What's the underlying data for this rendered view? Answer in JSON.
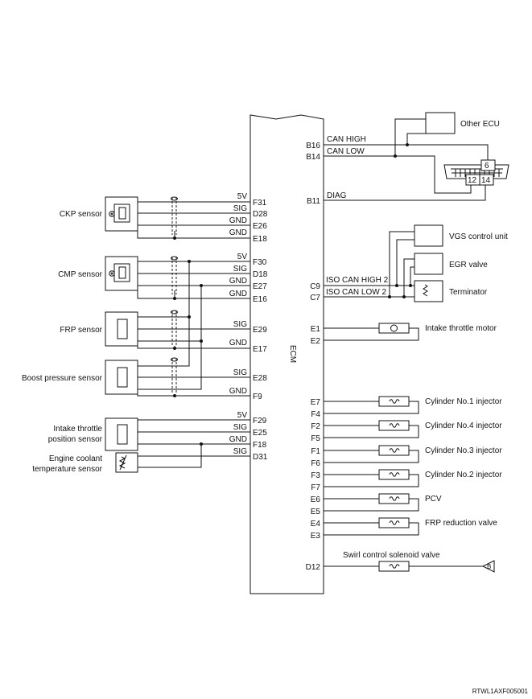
{
  "ecm": {
    "label": "ECM"
  },
  "code": "RTWL1AXF005001",
  "left_sensors": {
    "ckp": "CKP sensor",
    "cmp": "CMP sensor",
    "frp": "FRP sensor",
    "boost": "Boost pressure sensor",
    "itp_line1": "Intake throttle",
    "itp_line2": "position sensor",
    "ect_line1": "Engine coolant",
    "ect_line2": "temperature sensor"
  },
  "left_signals": {
    "ckp": [
      "5V",
      "SIG",
      "GND",
      "GND"
    ],
    "cmp": [
      "5V",
      "SIG",
      "GND",
      "GND"
    ],
    "frp": [
      "SIG",
      "GND"
    ],
    "boost": [
      "SIG",
      "GND"
    ],
    "itp": [
      "5V",
      "SIG",
      "GND"
    ],
    "ect": [
      "SIG"
    ]
  },
  "left_pins": {
    "ckp": [
      "F31",
      "D28",
      "E26",
      "E18"
    ],
    "cmp": [
      "F30",
      "D18",
      "E27",
      "E16"
    ],
    "frp": [
      "E29",
      "E17"
    ],
    "boost": [
      "E28",
      "F9"
    ],
    "itp": [
      "F29",
      "E25",
      "F18"
    ],
    "ect": [
      "D31"
    ]
  },
  "right_pins": {
    "can_high": "B16",
    "can_low": "B14",
    "diag": "B11",
    "iso_high": "C9",
    "iso_low": "C7",
    "throttle": [
      "E1",
      "E2"
    ],
    "inj1": [
      "E7",
      "F4"
    ],
    "inj4": [
      "F2",
      "F5"
    ],
    "inj3": [
      "F1",
      "F6"
    ],
    "inj2": [
      "F3",
      "F7"
    ],
    "pcv": [
      "E6",
      "E5"
    ],
    "frpv": [
      "E4",
      "E3"
    ],
    "swirl": "D12"
  },
  "right_signals": {
    "can_high": "CAN HIGH",
    "can_low": "CAN LOW",
    "diag": "DIAG",
    "iso_high": "ISO CAN HIGH 2",
    "iso_low": "ISO CAN LOW 2"
  },
  "right_devices": {
    "other_ecu": "Other ECU",
    "dlc_pins": [
      "6",
      "12",
      "14"
    ],
    "vgs": "VGS control unit",
    "egr": "EGR valve",
    "terminator": "Terminator",
    "throttle_motor": "Intake throttle motor",
    "inj1": "Cylinder No.1 injector",
    "inj4": "Cylinder No.4 injector",
    "inj3": "Cylinder No.3 injector",
    "inj2": "Cylinder No.2 injector",
    "pcv": "PCV",
    "frpv": "FRP reduction valve",
    "swirl": "Swirl control solenoid valve",
    "connector": "B"
  }
}
